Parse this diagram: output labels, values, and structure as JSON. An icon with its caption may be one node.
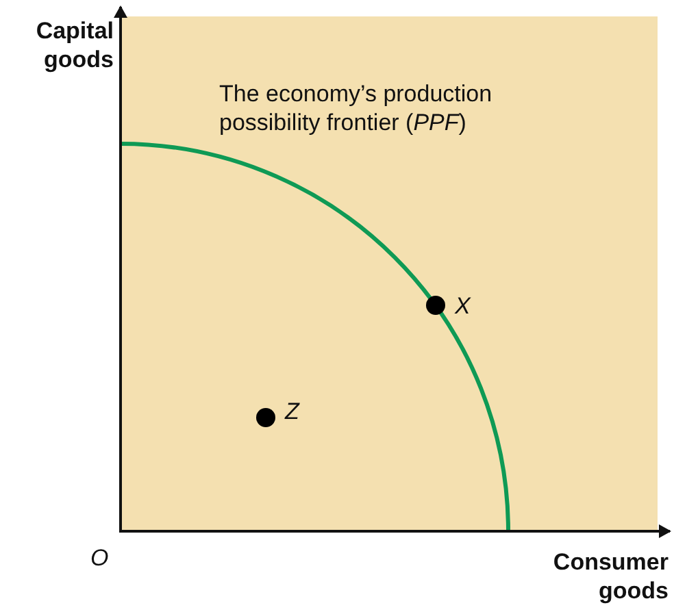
{
  "diagram": {
    "labels": [
      "Capital goods",
      "The economy’s production possibility frontier (*PPF*)",
      "X",
      "Z",
      "O",
      "Consumer goods"
    ]
  }
}
